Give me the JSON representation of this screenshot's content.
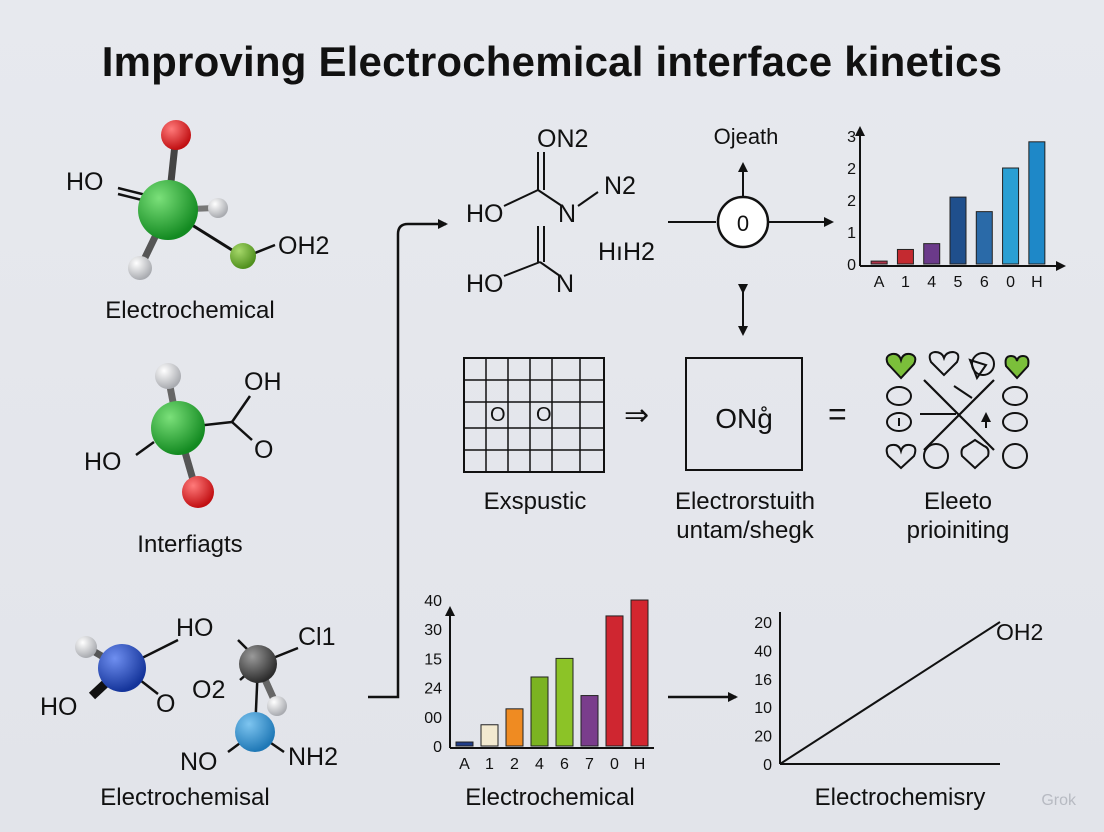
{
  "title": "Improving Electrochemical interface kinetics",
  "molecules": {
    "m1": {
      "label": "Electrochemical",
      "atoms": [
        "HO",
        "OH2"
      ]
    },
    "m2": {
      "label": "Interfiagts",
      "atoms": [
        "OH",
        "HO",
        "O"
      ]
    },
    "m3": {
      "label": "Electrochemisal",
      "atoms": [
        "HO",
        "HO",
        "Cl1",
        "O2",
        "O",
        "NO",
        "NH2"
      ]
    }
  },
  "reaction": {
    "atoms": [
      "ON2",
      "HO",
      "N",
      "N2",
      "HO",
      "N",
      "HıH2"
    ],
    "node_label": "Ojeath",
    "node_value": "0"
  },
  "grid_panel": {
    "label": "Exspustic",
    "cells": [
      "O",
      "O"
    ]
  },
  "box_panel": {
    "text": "ONg̊",
    "label_line1": "Electrorstuith",
    "label_line2": "untam/shegk"
  },
  "icon_panel": {
    "label_line1": "Eleeto",
    "label_line2": "prioiniting"
  },
  "operators": {
    "arrow": "⇒",
    "equals": "="
  },
  "chart_data": [
    {
      "type": "bar",
      "categories": [
        "A",
        "1",
        "4",
        "5",
        "6",
        "0",
        "H"
      ],
      "values": [
        0.1,
        0.5,
        0.7,
        2.3,
        1.8,
        3.3,
        4.2
      ],
      "colors": [
        "#b0344a",
        "#c42a30",
        "#6b3a8a",
        "#1f4f8c",
        "#2a6aa8",
        "#2a9fd3",
        "#1e88c8"
      ],
      "ytick_labels": [
        "0",
        "1",
        "2",
        "2",
        "3"
      ],
      "ylim": [
        0,
        4.4
      ],
      "title": "",
      "xlabel": "",
      "ylabel": ""
    },
    {
      "type": "bar",
      "categories": [
        "A",
        "1",
        "2",
        "4",
        "6",
        "7",
        "0",
        "H"
      ],
      "values": [
        0.15,
        0.8,
        1.4,
        2.6,
        3.3,
        1.9,
        4.9,
        5.5
      ],
      "colors": [
        "#1f3c88",
        "#f3ead0",
        "#ef8b22",
        "#7bb321",
        "#8cc327",
        "#7a3d8c",
        "#cf2630",
        "#d3262f"
      ],
      "ytick_labels": [
        "0",
        "00",
        "24",
        "15",
        "30",
        "40"
      ],
      "ylim": [
        0,
        5.5
      ],
      "label": "Electrochemical",
      "title": "",
      "xlabel": "",
      "ylabel": ""
    },
    {
      "type": "line",
      "x": [
        0,
        1
      ],
      "y": [
        0,
        1
      ],
      "ytick_labels": [
        "0",
        "20",
        "10",
        "16",
        "40",
        "20"
      ],
      "series_label": "OH2",
      "label": "Electrochemisry",
      "title": "",
      "xlabel": "",
      "ylabel": ""
    }
  ],
  "watermark": "Grok"
}
